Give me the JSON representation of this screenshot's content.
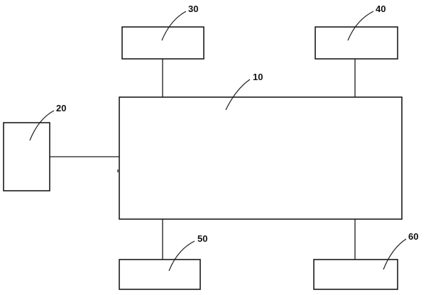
{
  "diagram": {
    "labels": {
      "main_block": "10",
      "left_block": "20",
      "top_left_block": "30",
      "top_right_block": "40",
      "bottom_left_block": "50",
      "bottom_right_block": "60"
    },
    "colors": {
      "stroke": "#1a1a1a",
      "background": "#ffffff",
      "text": "#111111"
    }
  }
}
